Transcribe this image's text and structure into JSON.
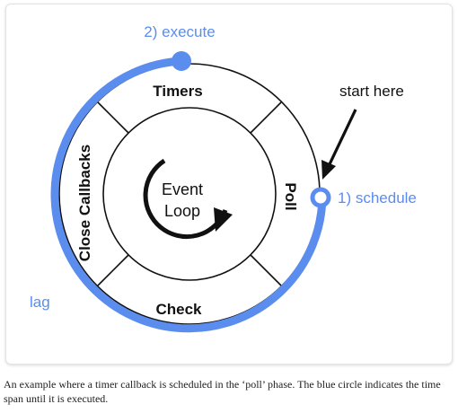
{
  "colors": {
    "accent": "#5b8def",
    "ink": "#111111"
  },
  "diagram": {
    "center_line1": "Event",
    "center_line2": "Loop",
    "phases": {
      "timers": "Timers",
      "poll": "Poll",
      "check": "Check",
      "close_callbacks": "Close Callbacks"
    },
    "execute_label": "2) execute",
    "schedule_label": "1) schedule",
    "start_label": "start here",
    "lag_label": "lag"
  },
  "caption": "An example where a timer callback is scheduled in the ‘poll’ phase. The blue circle indicates the time span until it is executed."
}
